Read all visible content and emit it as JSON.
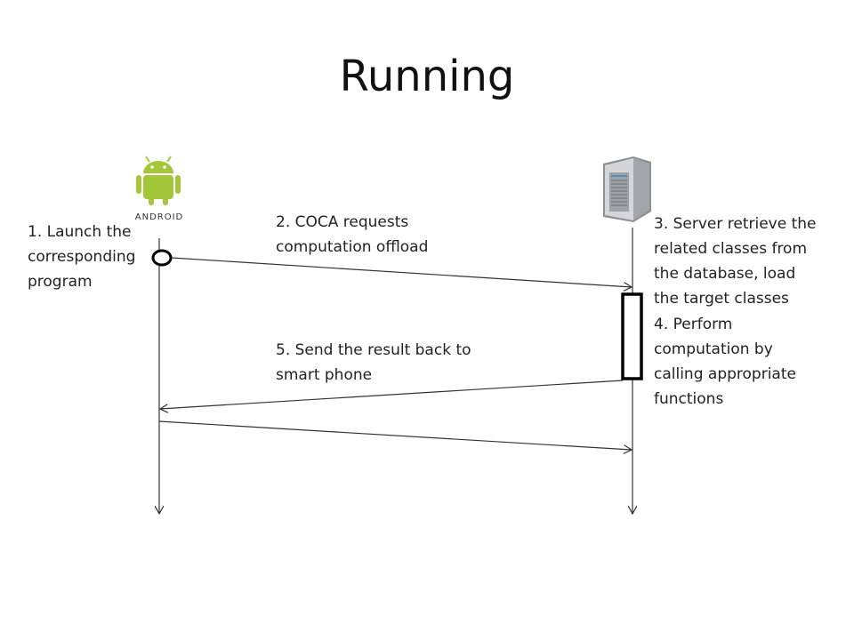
{
  "slide": {
    "title": "Running"
  },
  "labels": {
    "step1": "1. Launch the\ncorresponding\nprogram",
    "step2": "2. COCA requests\ncomputation offload",
    "step3": "3. Server retrieve the\nrelated classes from\nthe database, load\nthe target classes",
    "step4": "4. Perform\ncomputation by\ncalling appropriate\nfunctions",
    "step5": "5. Send the result back to\nsmart phone"
  },
  "icons": {
    "client": "android-robot-icon",
    "server": "server-tower-icon",
    "android_logo_text": "ANDROID"
  },
  "colors": {
    "android_green": "#a4c639",
    "server_gray": "#b9bcc0",
    "line": "#333333",
    "activation": "#000000"
  }
}
